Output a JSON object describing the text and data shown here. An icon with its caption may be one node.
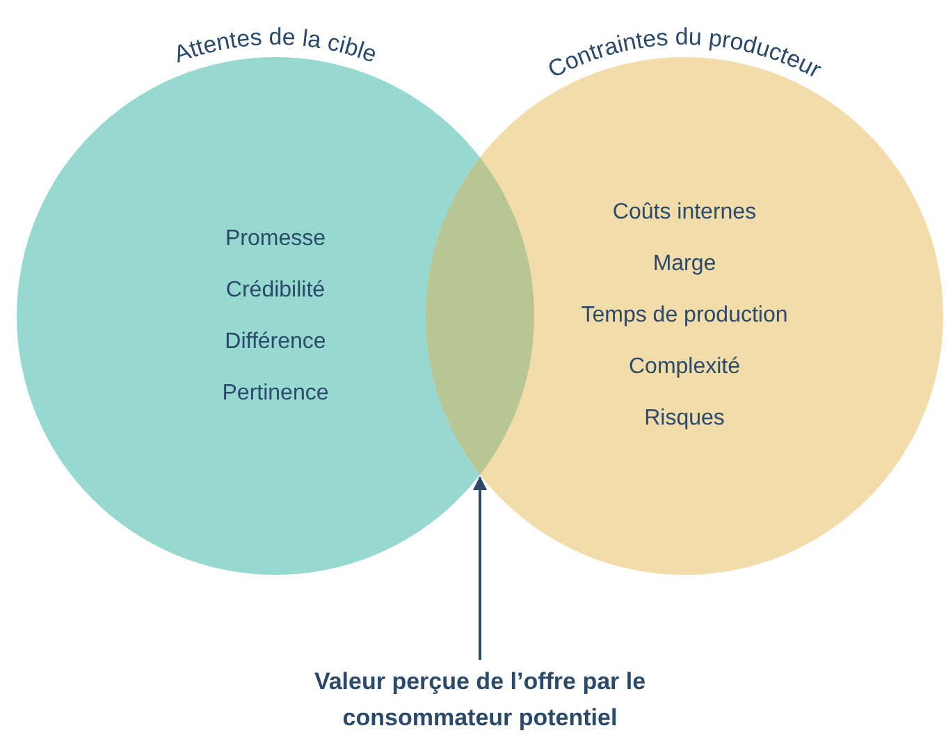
{
  "diagram": {
    "nodes": [
      {
        "text": [
          "Attentes de la cible",
          "Promesse",
          "Crédibilité",
          "Différence",
          "Pertinence"
        ]
      },
      {
        "text": [
          "Contraintes du producteur",
          "Coûts internes",
          "Marge",
          "Temps de production",
          "Complexité",
          "Risques"
        ]
      },
      {
        "text": [],
        "shape": "lens"
      },
      {
        "text": [
          "Valeur perçue de l’offre par le consommateur potentiel"
        ]
      }
    ],
    "edges": [
      {
        "from": 3,
        "to": 2,
        "arrow": "to"
      }
    ]
  }
}
